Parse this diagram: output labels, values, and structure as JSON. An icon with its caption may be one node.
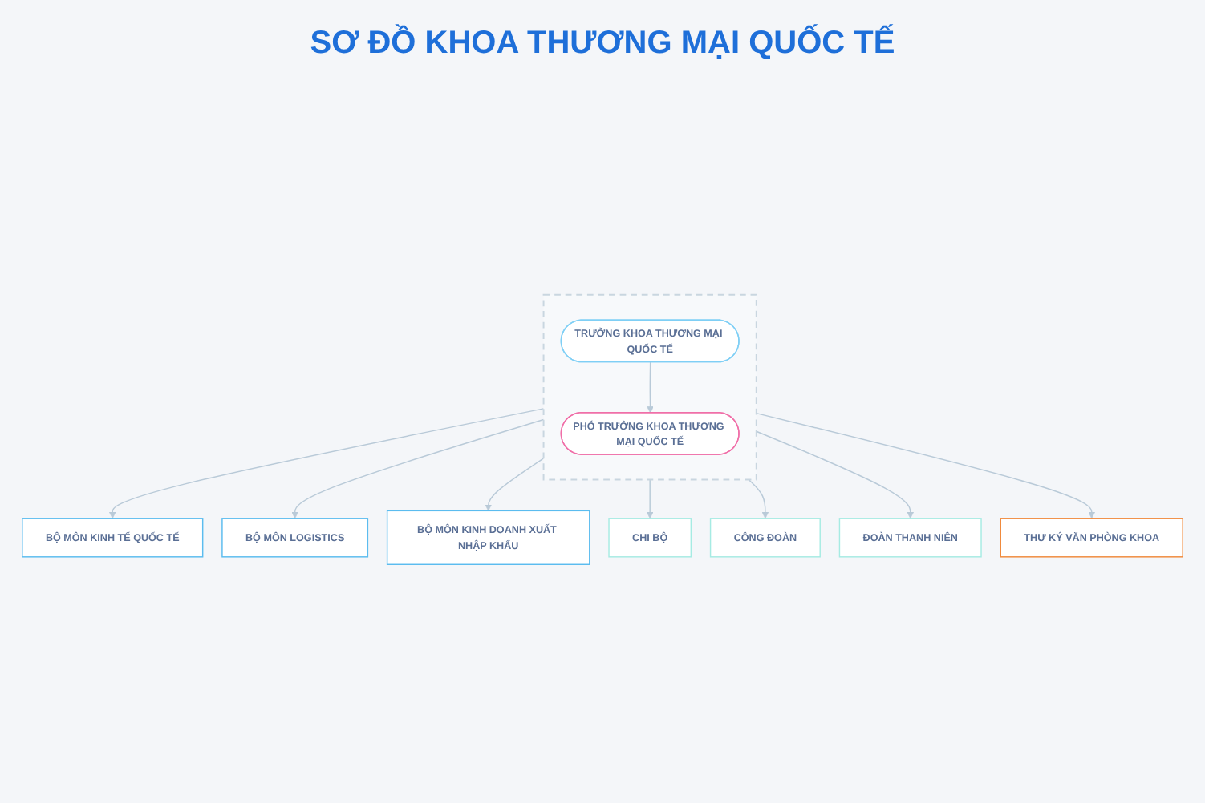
{
  "diagram": {
    "title": "SƠ ĐỒ KHOA THƯƠNG MẠI QUỐC TẾ",
    "nodes": [
      {
        "text": [],
        "shape": "box"
      },
      {
        "text": [
          "TRƯỞNG KHOA THƯƠNG MẠI QUỐC TẾ"
        ],
        "in": 0
      },
      {
        "text": [
          "PHÓ TRƯỞNG KHOA THƯƠNG MẠI QUỐC TẾ"
        ],
        "in": 0
      },
      {
        "text": [
          "BỘ MÔN KINH TẾ QUỐC TẾ"
        ]
      },
      {
        "text": [
          "BỘ MÔN LOGISTICS"
        ]
      },
      {
        "text": [
          "BỘ MÔN KINH DOANH XUẤT NHẬP KHẨU"
        ]
      },
      {
        "text": [
          "CHI BỘ"
        ]
      },
      {
        "text": [
          "CÔNG ĐOÀN"
        ]
      },
      {
        "text": [
          "ĐOÀN THANH NIÊN"
        ]
      },
      {
        "text": [
          "THƯ KÝ VĂN PHÒNG KHOA"
        ]
      }
    ],
    "edges": [
      {
        "from": 1,
        "to": 2,
        "arrow": "to"
      },
      {
        "from": 0,
        "to": 3,
        "arrow": "to"
      },
      {
        "from": 0,
        "to": 4,
        "arrow": "to"
      },
      {
        "from": 0,
        "to": 5,
        "arrow": "to"
      },
      {
        "from": 0,
        "to": 6,
        "arrow": "to"
      },
      {
        "from": 0,
        "to": 7,
        "arrow": "to"
      },
      {
        "from": 0,
        "to": 8,
        "arrow": "to"
      },
      {
        "from": 0,
        "to": 9,
        "arrow": "to"
      }
    ]
  }
}
